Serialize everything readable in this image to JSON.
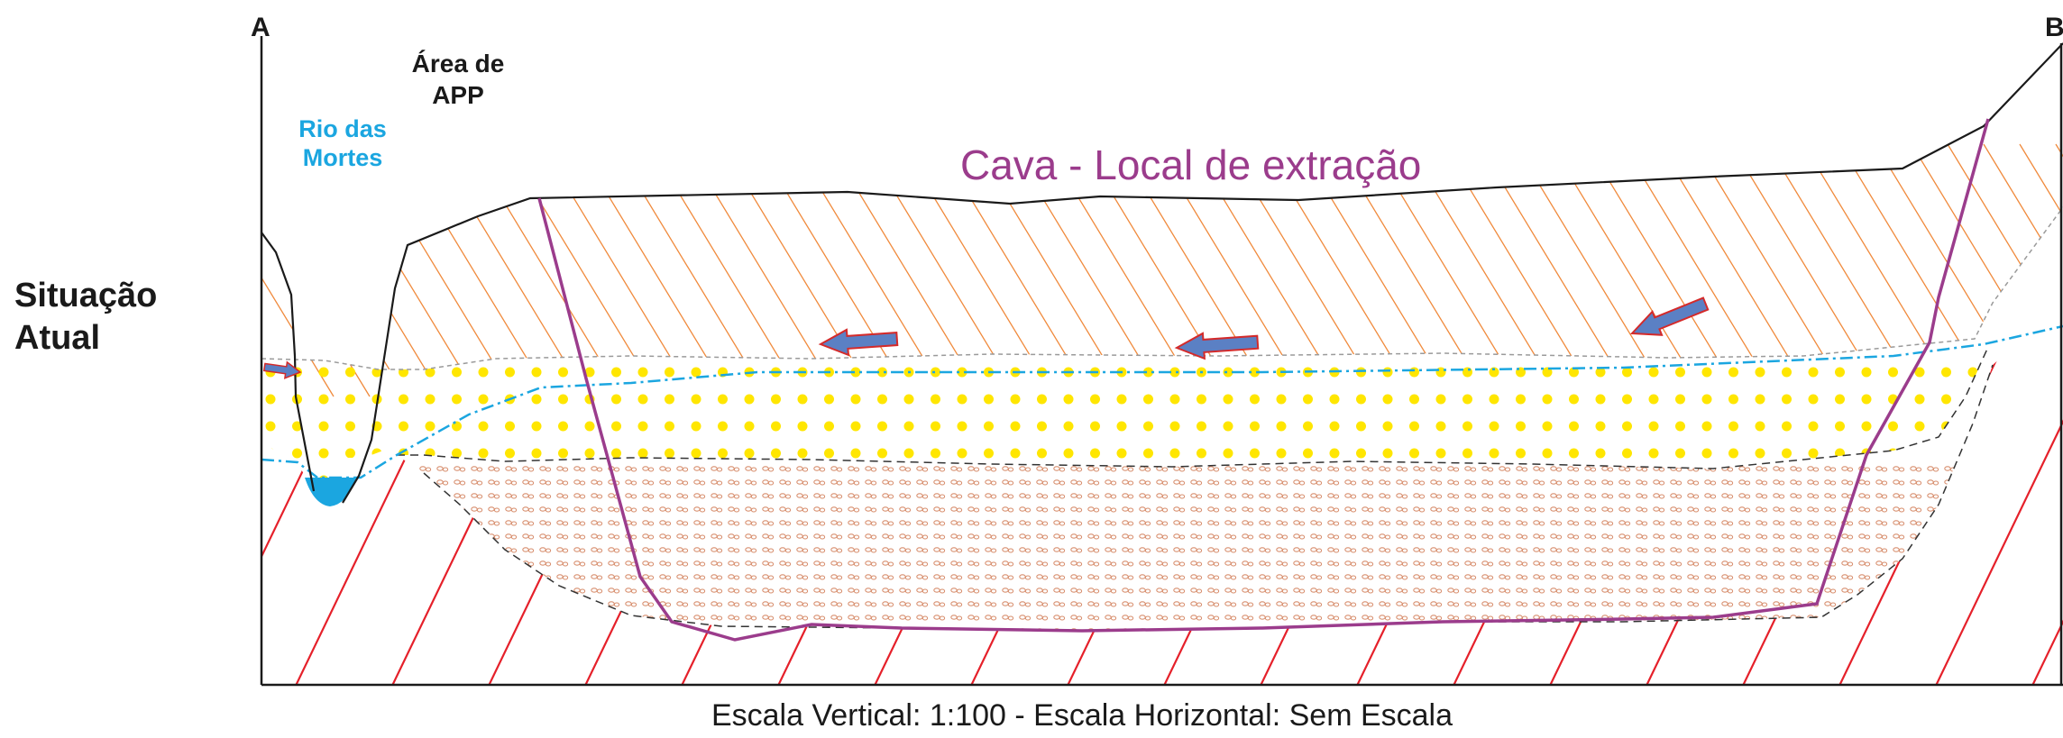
{
  "labels": {
    "point_a": "A",
    "point_b": "B",
    "situation_line1": "Situação",
    "situation_line2": "Atual",
    "app_line1": "Área de",
    "app_line2": "APP",
    "river_line1": "Rio das",
    "river_line2": "Mortes",
    "pit_label": "Cava - Local de extração",
    "scale_caption": "Escala Vertical: 1:100 - Escala Horizontal: Sem Escala"
  },
  "colors": {
    "river": "#1BA6E0",
    "pit": "#9B3C8C",
    "bedrock_hatch": "#E5202A",
    "soil_hatch": "#F08A3C",
    "sand_dots": "#FFE600",
    "gravel_marks": "#D89070",
    "flow_arrow": "#5B80C4",
    "flow_arrow_outline": "#D42A2A",
    "outline": "#1a1a1a"
  },
  "icons": {
    "flow_arrow": "left-pointing-arrow-icon",
    "river_arrow": "right-pointing-arrow-icon"
  }
}
